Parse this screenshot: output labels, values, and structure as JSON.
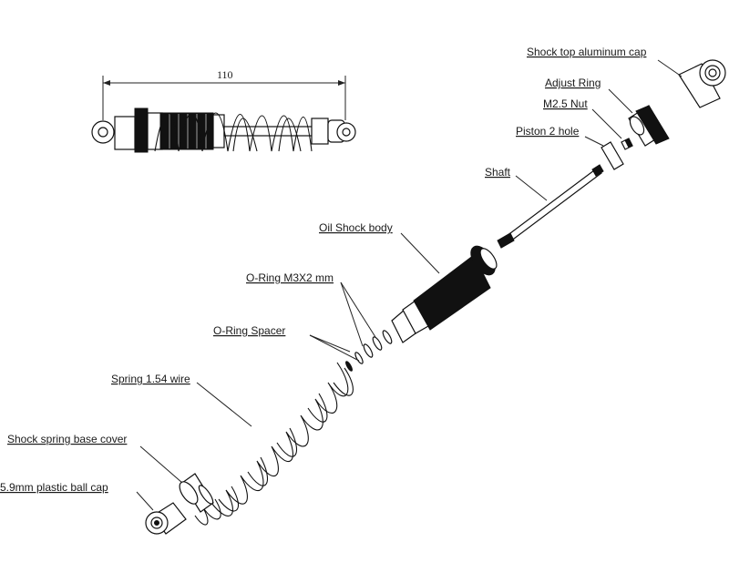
{
  "dimension": {
    "value": "110"
  },
  "labels": {
    "top_cap": "Shock top aluminum cap",
    "adjust_ring": "Adjust Ring",
    "nut": "M2.5 Nut",
    "piston": "Piston 2 hole",
    "shaft": "Shaft",
    "body": "Oil Shock body",
    "oring": "O-Ring M3X2 mm",
    "spacer": "O-Ring Spacer",
    "spring": "Spring 1.54 wire",
    "base_cover": "Shock spring base cover",
    "ball_cap": "5.9mm plastic ball cap"
  },
  "colors": {
    "line": "#222222",
    "fill_dark": "#111111",
    "background": "#ffffff"
  }
}
